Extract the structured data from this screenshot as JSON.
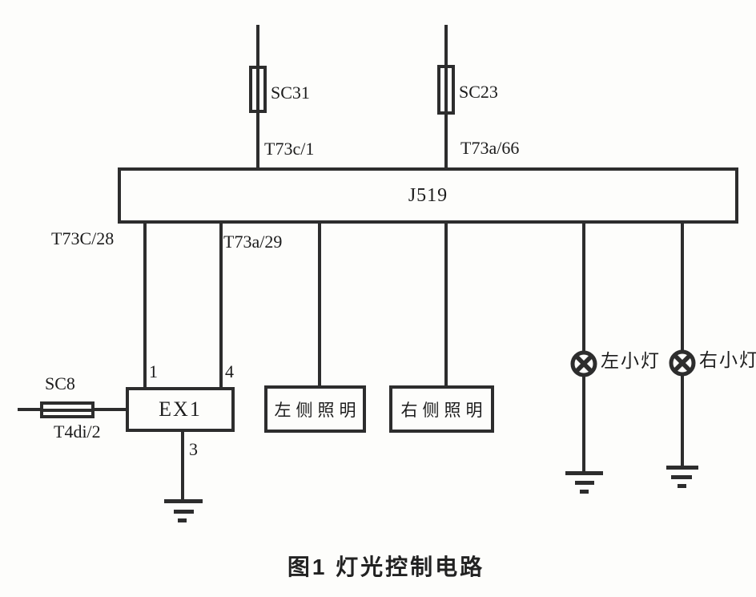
{
  "figure": {
    "caption": "图1 灯光控制电路"
  },
  "controller": {
    "name": "J519"
  },
  "fuses": {
    "top_left": "SC31",
    "top_right": "SC23",
    "left": "SC8"
  },
  "terminals": {
    "top_left": "T73c/1",
    "top_right": "T73a/66",
    "left": "T73C/28",
    "mid": "T73a/29",
    "fuse_left": "T4di/2"
  },
  "relay": {
    "name": "EX1",
    "pin_top_left": "1",
    "pin_top_right": "4",
    "pin_bottom": "3"
  },
  "loads": {
    "left_lighting": "左侧照明",
    "right_lighting": "右侧照明",
    "left_lamp": "左小灯",
    "right_lamp": "右小灯"
  },
  "colors": {
    "line": "#2d2d2d",
    "background": "#fdfdfb",
    "text": "#1c1c1c"
  }
}
